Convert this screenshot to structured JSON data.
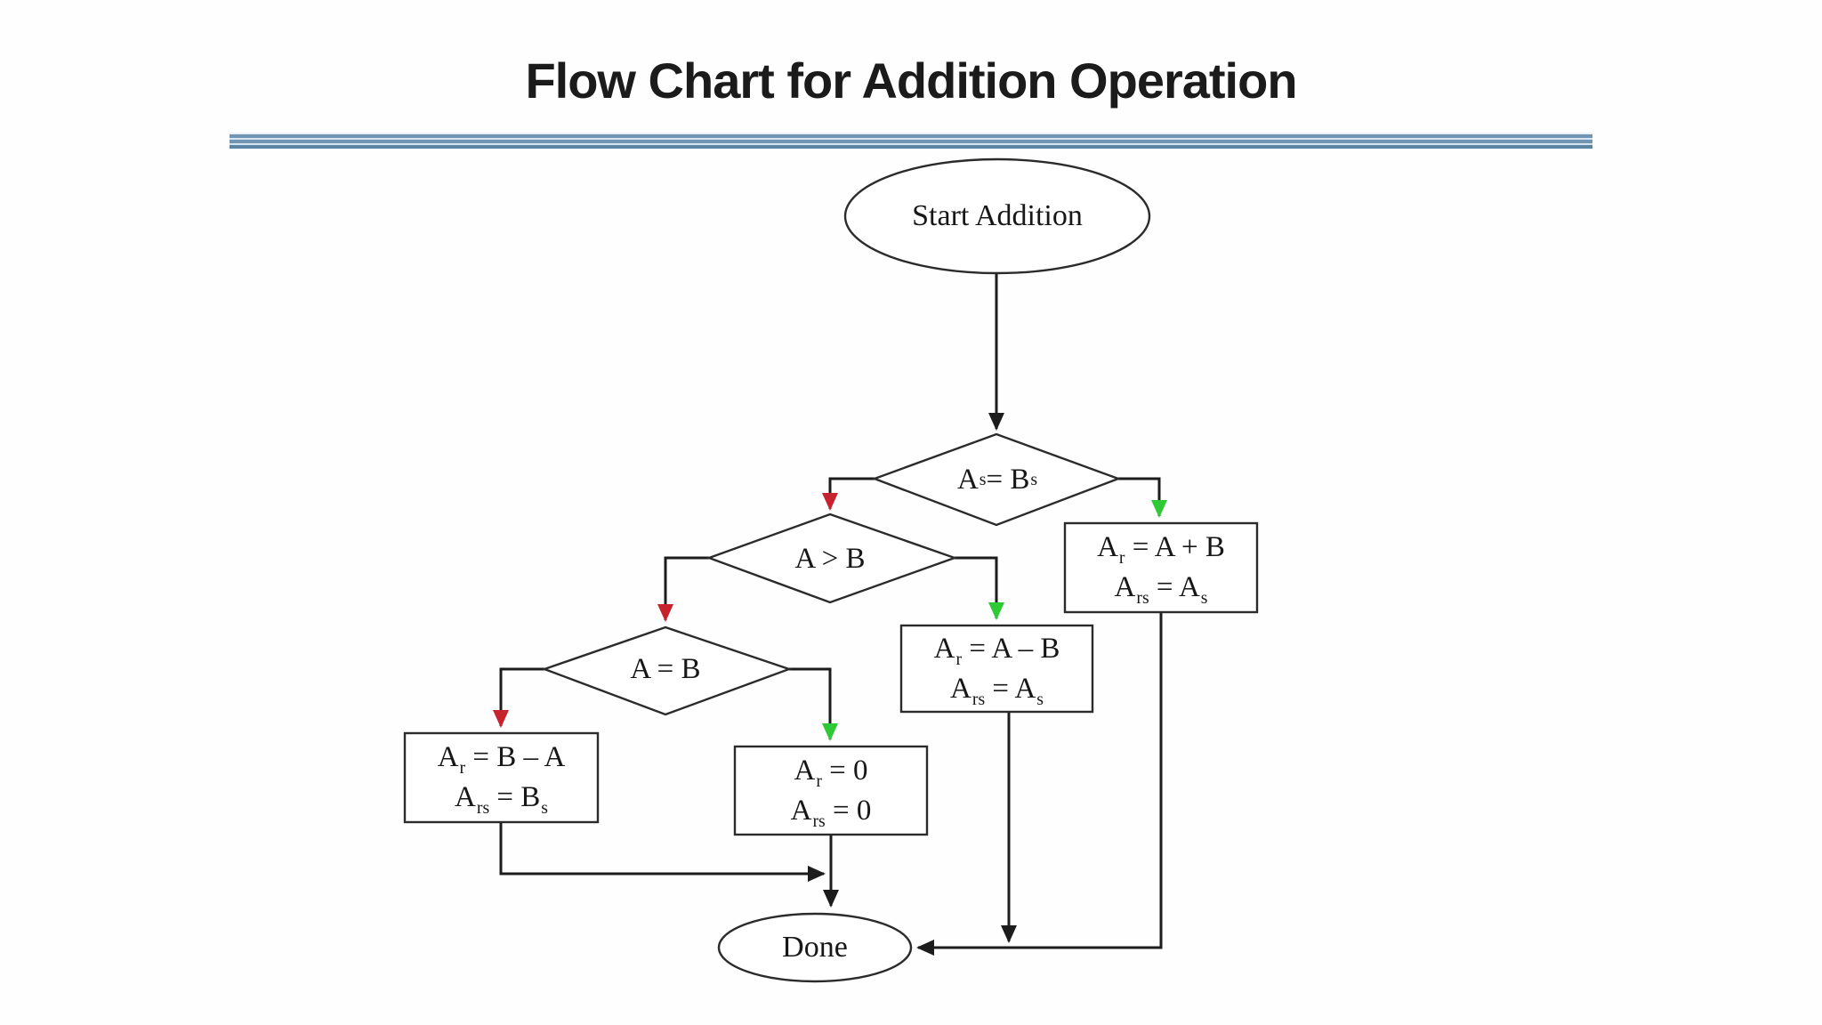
{
  "title": "Flow Chart for Addition Operation",
  "colors": {
    "line": "#1c1c1c",
    "shape_border": "#2b2b2b",
    "false_branch_red": "#c6232e",
    "true_branch_green": "#2ec934",
    "separator_blue_medium": "#7195b2",
    "separator_blue_dark": "#5b85a4",
    "separator_blue_light": "#d5e5ef"
  },
  "nodes": {
    "start": {
      "label": "Start Addition"
    },
    "decision_sign": {
      "base1": "A",
      "sub1": "s",
      "mid": " = B",
      "sub2": "s"
    },
    "decision_greater": {
      "label": "A > B"
    },
    "decision_equal": {
      "label": "A = B"
    },
    "box_add": {
      "l1_base": "A",
      "l1_sub": "r",
      "l1_rest": " = A + B",
      "l2_base": "A",
      "l2_sub": "rs",
      "l2_rest": " = A",
      "l2_sub2": "s"
    },
    "box_sub_ab": {
      "l1_base": "A",
      "l1_sub": "r",
      "l1_rest": " = A – B",
      "l2_base": "A",
      "l2_sub": "rs",
      "l2_rest": " = A",
      "l2_sub2": "s"
    },
    "box_sub_ba": {
      "l1_base": "A",
      "l1_sub": "r",
      "l1_rest": " = B – A",
      "l2_base": "A",
      "l2_sub": "rs",
      "l2_rest": " = B",
      "l2_sub2": "s"
    },
    "box_zero": {
      "l1_base": "A",
      "l1_sub": "r",
      "l1_rest": " = 0",
      "l2_base": "A",
      "l2_sub": "rs",
      "l2_rest": " = 0",
      "l2_sub2": ""
    },
    "done": {
      "label": "Done"
    }
  }
}
